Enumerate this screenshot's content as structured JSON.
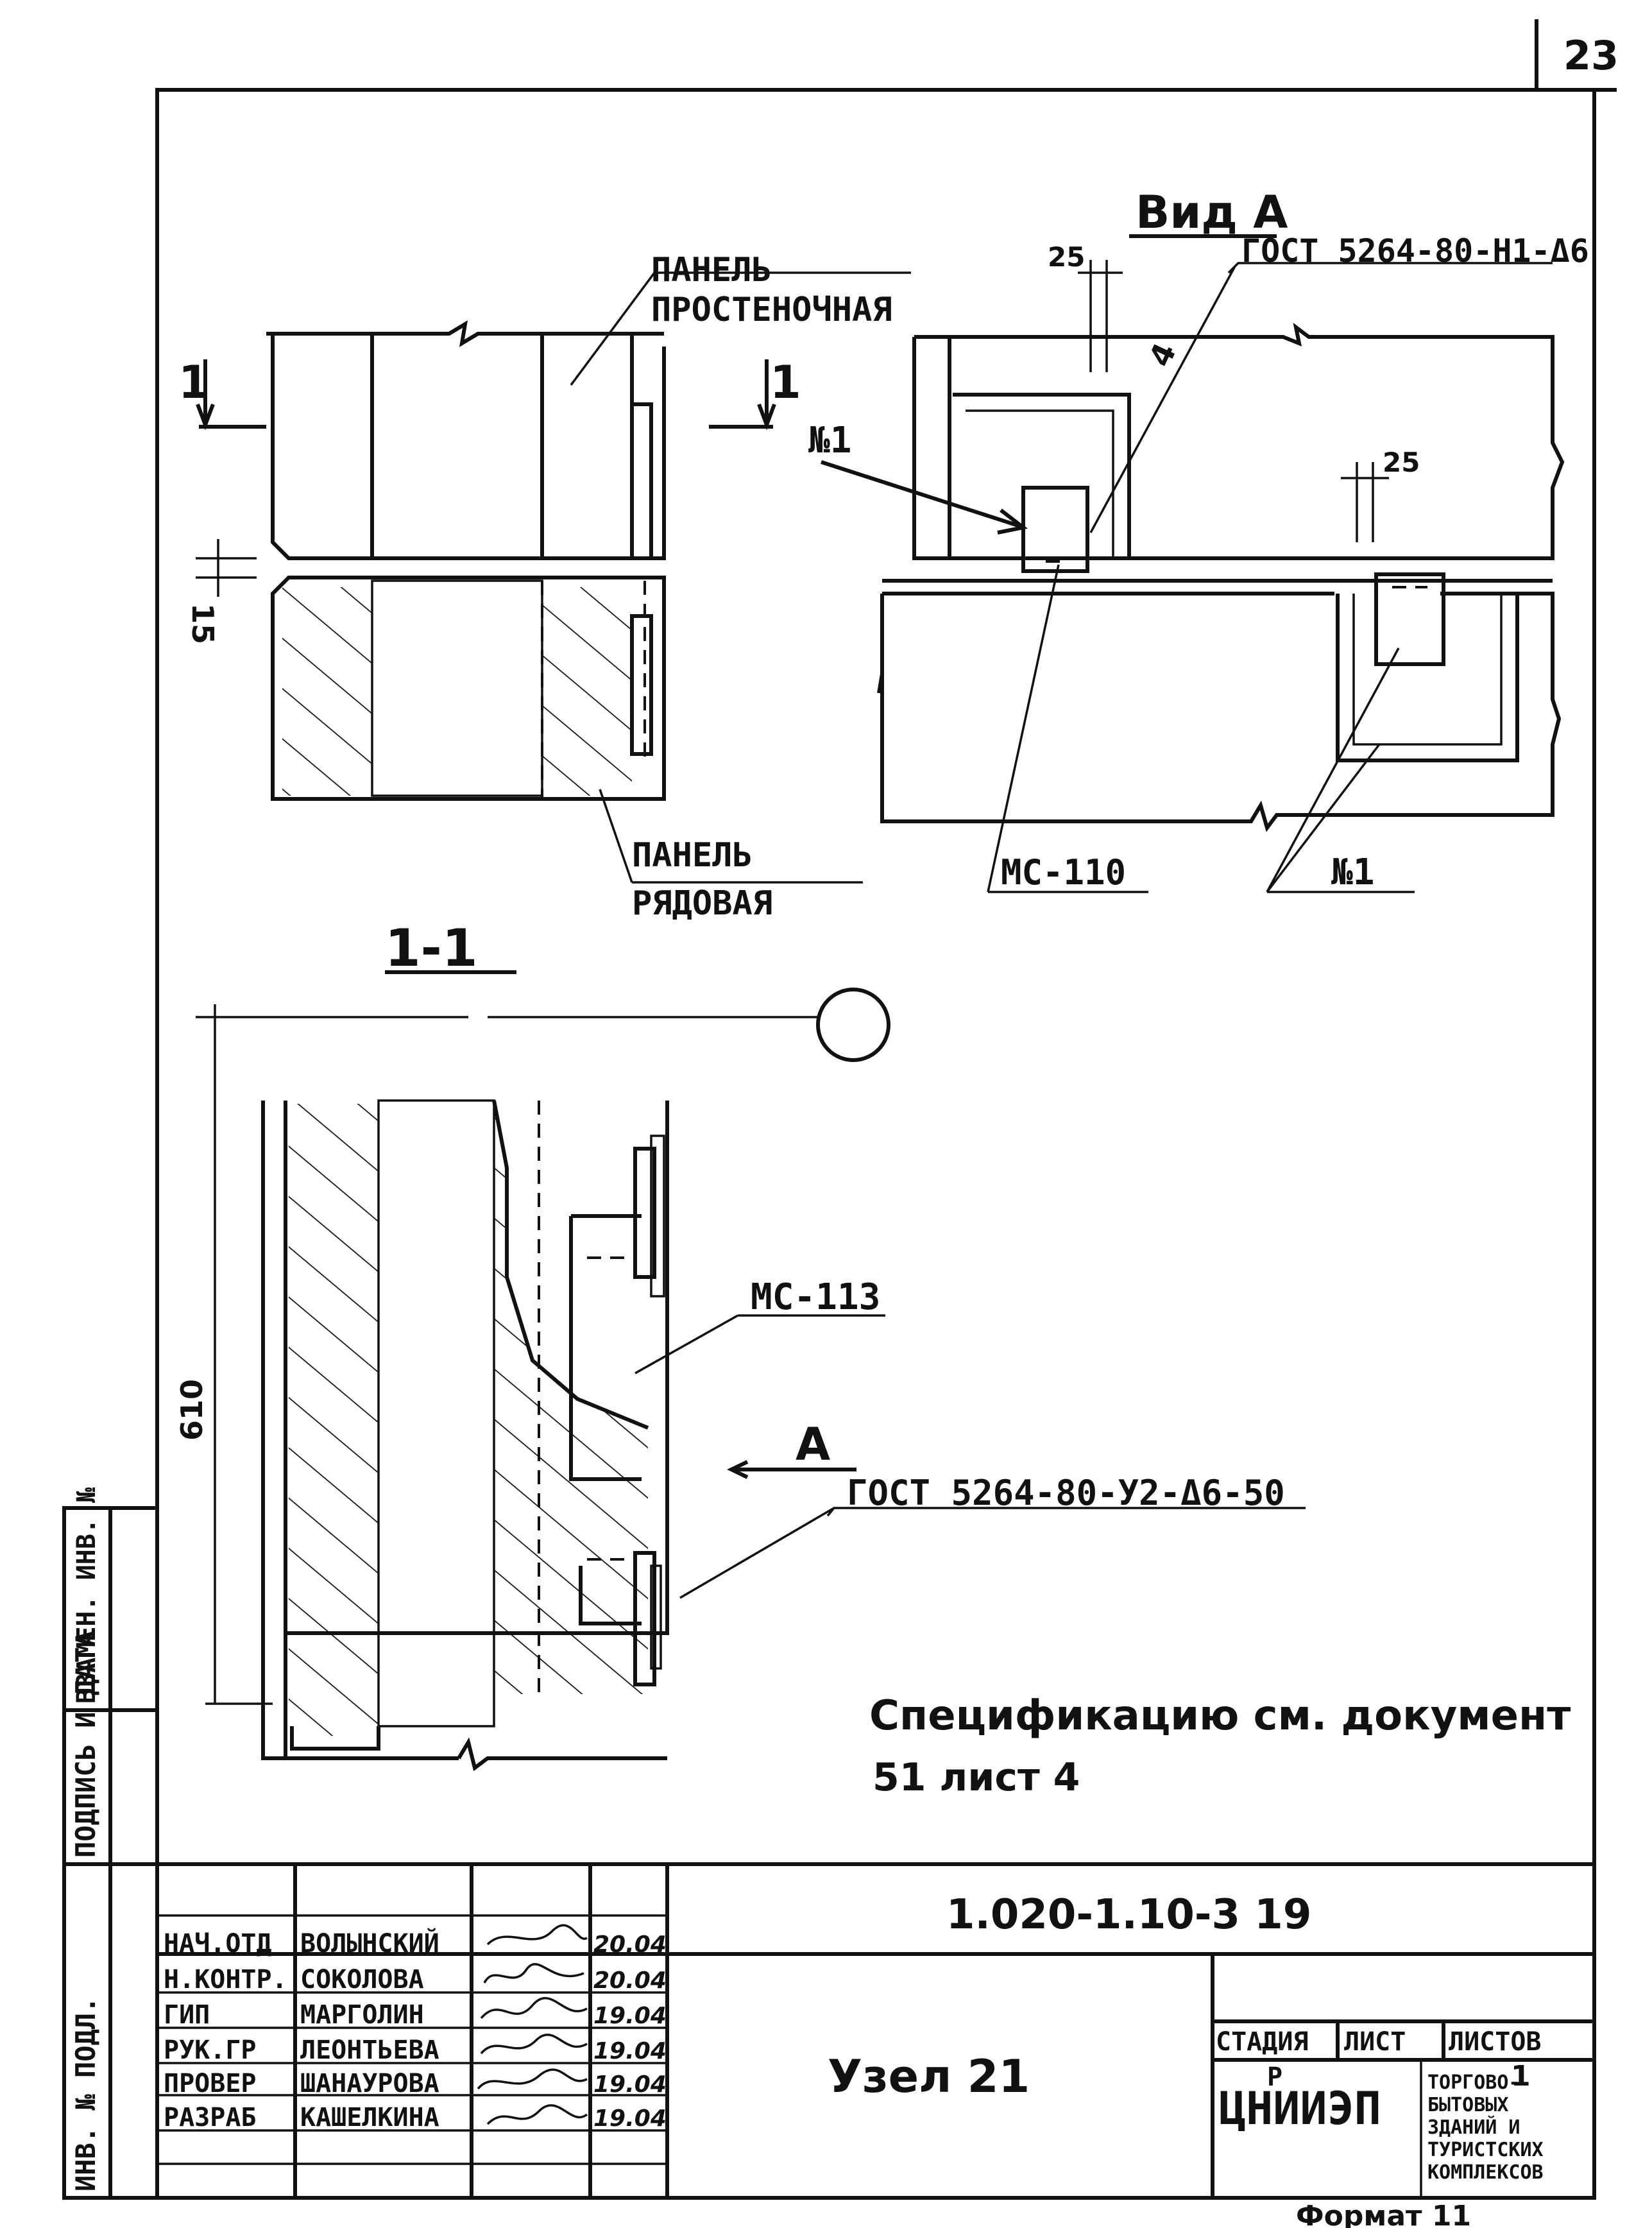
{
  "sheet_number": "23",
  "view_a_title": "Вид А",
  "upper_left": {
    "label_panel_wall_1": "ПАНЕЛЬ",
    "label_panel_wall_2": "ПРОСТЕНОЧНАЯ",
    "label_panel_row_1": "ПАНЕЛЬ",
    "label_panel_row_2": "РЯДОВАЯ",
    "cut_mark_left": "1",
    "cut_mark_right": "1",
    "dim_gap": "15"
  },
  "view_a": {
    "gost_top": "ГОСТ 5264-80-Н1-Δ6",
    "dim_25_top": "25",
    "dim_25_right": "25",
    "weld_mark": "4",
    "item_no1_left": "№1",
    "item_mc110": "МС-110",
    "item_no1_right": "№1"
  },
  "section": {
    "title": "1-1",
    "dim_height": "610",
    "item_mc113": "МС-113",
    "view_arrow": "А",
    "gost_bottom": "ГОСТ 5264-80-У2-Δ6-50"
  },
  "note_line_1": "Спецификацию см. документ",
  "note_line_2": "51 лист 4",
  "side_stamp": {
    "inv_no_podl": "ИНВ. № ПОДЛ.",
    "podpis_data": "ПОДПИСЬ И ДАТА",
    "vzamen": "ВЗАМЕН. ИНВ. №"
  },
  "title_block": {
    "doc_code": "1.020-1.10-3  19",
    "drawing_name": "Узел 21",
    "organization": "ЦНИИЭП",
    "org_desc": [
      "ТОРГОВО-",
      "БЫТОВЫХ",
      "ЗДАНИЙ И",
      "ТУРИСТСКИХ",
      "КОМПЛЕКСОВ"
    ],
    "stage_header": "СТАДИЯ",
    "sheet_header": "ЛИСТ",
    "sheets_header": "ЛИСТОВ",
    "stage_value": "Р",
    "sheet_value": "",
    "sheets_value": "1",
    "staff": [
      {
        "role": "НАЧ.ОТД",
        "name": "ВОЛЫНСКИЙ",
        "date": "20.04"
      },
      {
        "role": "Н.КОНТР.",
        "name": "СОКОЛОВА",
        "date": "20.04"
      },
      {
        "role": "ГИП",
        "name": "МАРГОЛИН",
        "date": "19.04"
      },
      {
        "role": "РУК.ГР",
        "name": "ЛЕОНТЬЕВА",
        "date": "19.04"
      },
      {
        "role": "ПРОВЕР",
        "name": "ШАНАУРОВА",
        "date": "19.04"
      },
      {
        "role": "РАЗРАБ",
        "name": "КАШЕЛКИНА",
        "date": "19.04"
      }
    ]
  },
  "format_label": "Формат 11"
}
